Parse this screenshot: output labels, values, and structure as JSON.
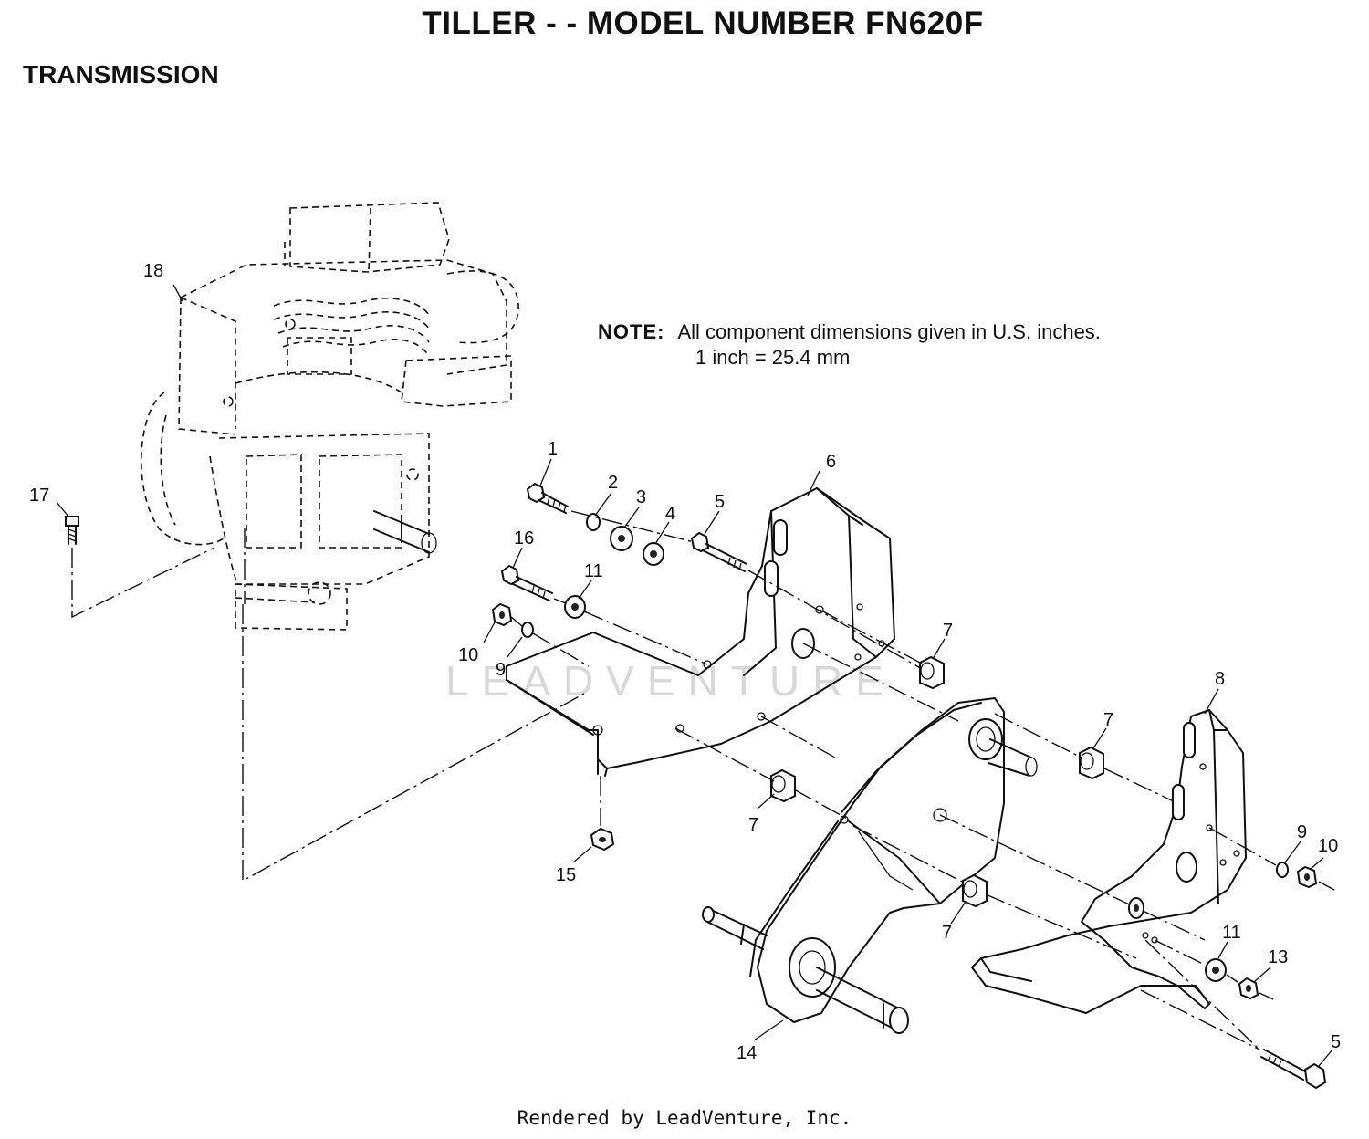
{
  "title": "TILLER - - MODEL NUMBER FN620F",
  "section": "TRANSMISSION",
  "note": {
    "label": "NOTE:",
    "line1": "All component dimensions given in U.S. inches.",
    "line2": "1 inch = 25.4 mm"
  },
  "footer": "Rendered by LeadVenture, Inc.",
  "watermark": "LEADVENTURE",
  "callouts": [
    "1",
    "2",
    "3",
    "4",
    "5",
    "6",
    "7",
    "7",
    "7",
    "7",
    "8",
    "9",
    "9",
    "10",
    "10",
    "11",
    "11",
    "13",
    "14",
    "15",
    "16",
    "17",
    "18",
    "5"
  ]
}
